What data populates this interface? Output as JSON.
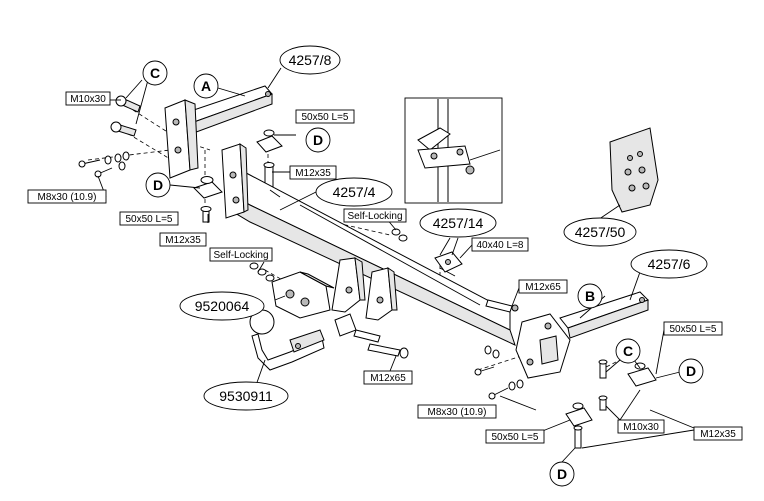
{
  "diagram": {
    "oval_labels": {
      "bracket_left": "4257/8",
      "main_beam": "4257/4",
      "center_plate": "4257/14",
      "bracket_right": "4257/6",
      "electrical": "4257/50",
      "ball_mount": "9520064",
      "tow_ball": "9530911"
    },
    "letters": {
      "a": "A",
      "b": "B",
      "c": "C",
      "d": "D"
    },
    "box_labels": {
      "m10x30_left": "M10x30",
      "m8x30_left": "M8x30 (10.9)",
      "plate_left_top": "50x50 L=5",
      "m12x35_top": "M12x35",
      "plate_left_bottom": "50x50 L=5",
      "m12x35_left": "M12x35",
      "self_locking_center": "Self-Locking",
      "self_locking_left": "Self-Locking",
      "plate_40x40": "40x40 L=8",
      "m12x65_right": "M12x65",
      "plate_right": "50x50 L=5",
      "m12x65_bottom": "M12x65",
      "m8x30_bottom": "M8x30 (10.9)",
      "m10x30_bottom": "M10x30",
      "m12x35_bottom": "M12x35",
      "plate_bottom": "50x50 L=5"
    }
  }
}
